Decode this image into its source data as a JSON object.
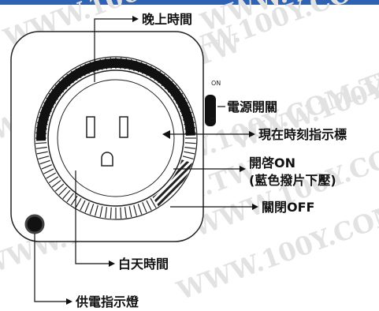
{
  "colors": {
    "frame_top": "#2f62b3",
    "ink": "#111111",
    "watermark": "#e2e2e2",
    "body_outline": "#222222"
  },
  "watermark": {
    "text": "WWW.100Y.COM.TW"
  },
  "switch": {
    "on_text": "ON",
    "off_symbol": "○"
  },
  "labels": {
    "night_time": "晚上時間",
    "power_switch": "電源開關",
    "current_time_indicator": "現在時刻指示標",
    "on_line1": "開啓ON",
    "on_line2": "(藍色撥片下壓)",
    "off": "關閉OFF",
    "daytime": "白天時間",
    "power_indicator_light": "供電指示燈"
  }
}
